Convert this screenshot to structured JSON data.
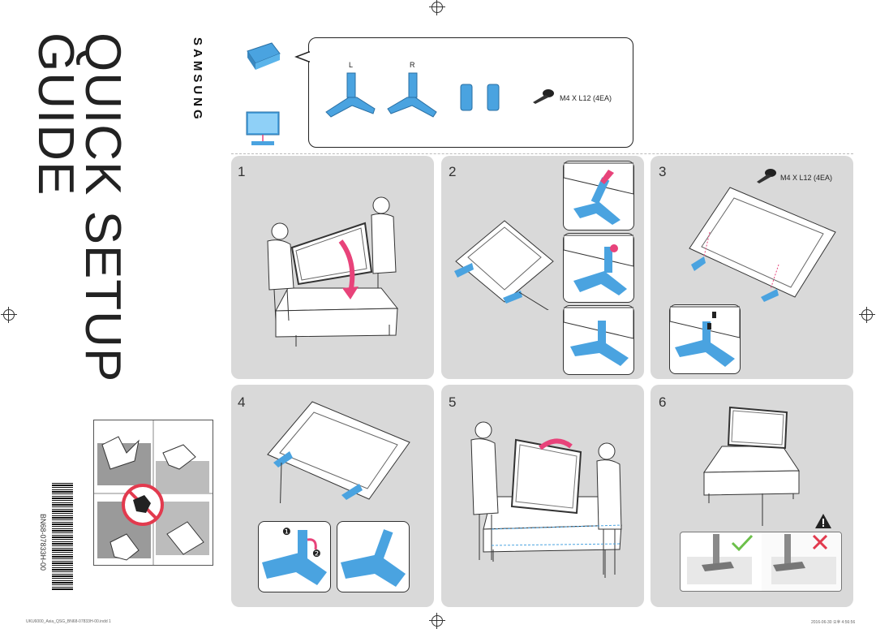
{
  "brand": "SAMSUNG",
  "title_line1": "QUICK SETUP",
  "title_line2": "GUIDE",
  "barcode_text": "BN68-07833H-00",
  "components": {
    "stand_left_label": "L",
    "stand_right_label": "R",
    "screw_label": "M4 X L12 (4EA)"
  },
  "steps": [
    {
      "number": "1"
    },
    {
      "number": "2"
    },
    {
      "number": "3",
      "screw_label": "M4 X L12 (4EA)"
    },
    {
      "number": "4"
    },
    {
      "number": "5"
    },
    {
      "number": "6"
    }
  ],
  "step4_callouts": [
    "❶",
    "❷"
  ],
  "footer_left": "UKU6000_Asia_QSG_BN68-07833H-00.indd   1",
  "footer_right": "2016-06-30   오후 4:56:56",
  "colors": {
    "accent_blue": "#4aa3e0",
    "accent_pink": "#e8437a",
    "panel_gray": "#d9d9d9",
    "ok_green": "#6cc04a",
    "bad_red": "#e23a4e"
  },
  "icons": [
    "registration-mark-icon",
    "screw-icon",
    "warning-icon",
    "check-icon",
    "cross-icon",
    "no-touch-icon"
  ]
}
